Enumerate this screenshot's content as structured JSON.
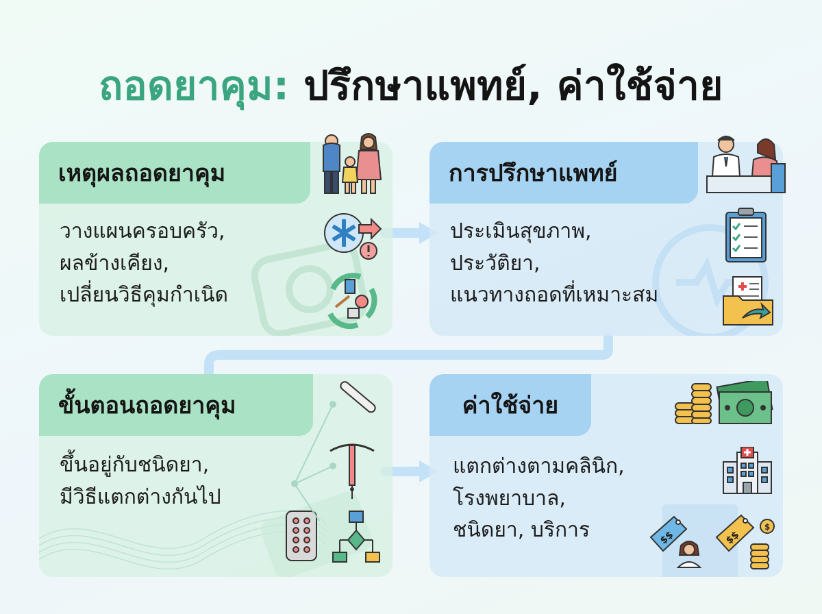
{
  "title": {
    "accent": "ถอดยาคุม:",
    "rest": "ปรึกษาแพทย์, ค่าใช้จ่าย"
  },
  "cards": {
    "reasons": {
      "header": "เหตุผลถอดยาคุม",
      "lines": [
        "วางแผนครอบครัว,",
        "ผลข้างเคียง,",
        "เปลี่ยนวิธีคุมกำเนิด"
      ]
    },
    "consult": {
      "header": "การปรึกษาแพทย์",
      "lines": [
        "ประเมินสุขภาพ,",
        "ประวัติยา,",
        "แนวทางถอดที่เหมาะสม"
      ]
    },
    "steps": {
      "header": "ขั้นตอนถอดยาคุม",
      "lines": [
        "ขึ้นอยู่กับชนิดยา,",
        "มีวิธีแตกต่างกันไป"
      ]
    },
    "cost": {
      "header": "ค่าใช้จ่าย",
      "lines": [
        "แตกต่างตามคลินิก,",
        "โรงพยาบาล,",
        "ชนิดยา, บริการ"
      ]
    }
  },
  "icons": {
    "reasons_header": "family-icon",
    "reasons_body": [
      "medical-side-effect-icon",
      "method-cycle-icon"
    ],
    "consult_header": "doctor-consultation-icon",
    "consult_body": [
      "clipboard-checklist-icon",
      "medical-folder-icon"
    ],
    "steps_body": [
      "implant-rod-icon",
      "iud-icon",
      "pill-pack-icon",
      "flowchart-icon"
    ],
    "cost_header": [
      "coins-icon",
      "banknote-icon"
    ],
    "cost_body": [
      "hospital-icon",
      "price-tag-doctor-icon",
      "price-tag-coins-icon"
    ]
  },
  "colors": {
    "accent_green": "#3aa57f",
    "header_green": "#a9e2c4",
    "header_blue": "#a7d3f3",
    "arrow_blue": "#bfe0f6"
  }
}
